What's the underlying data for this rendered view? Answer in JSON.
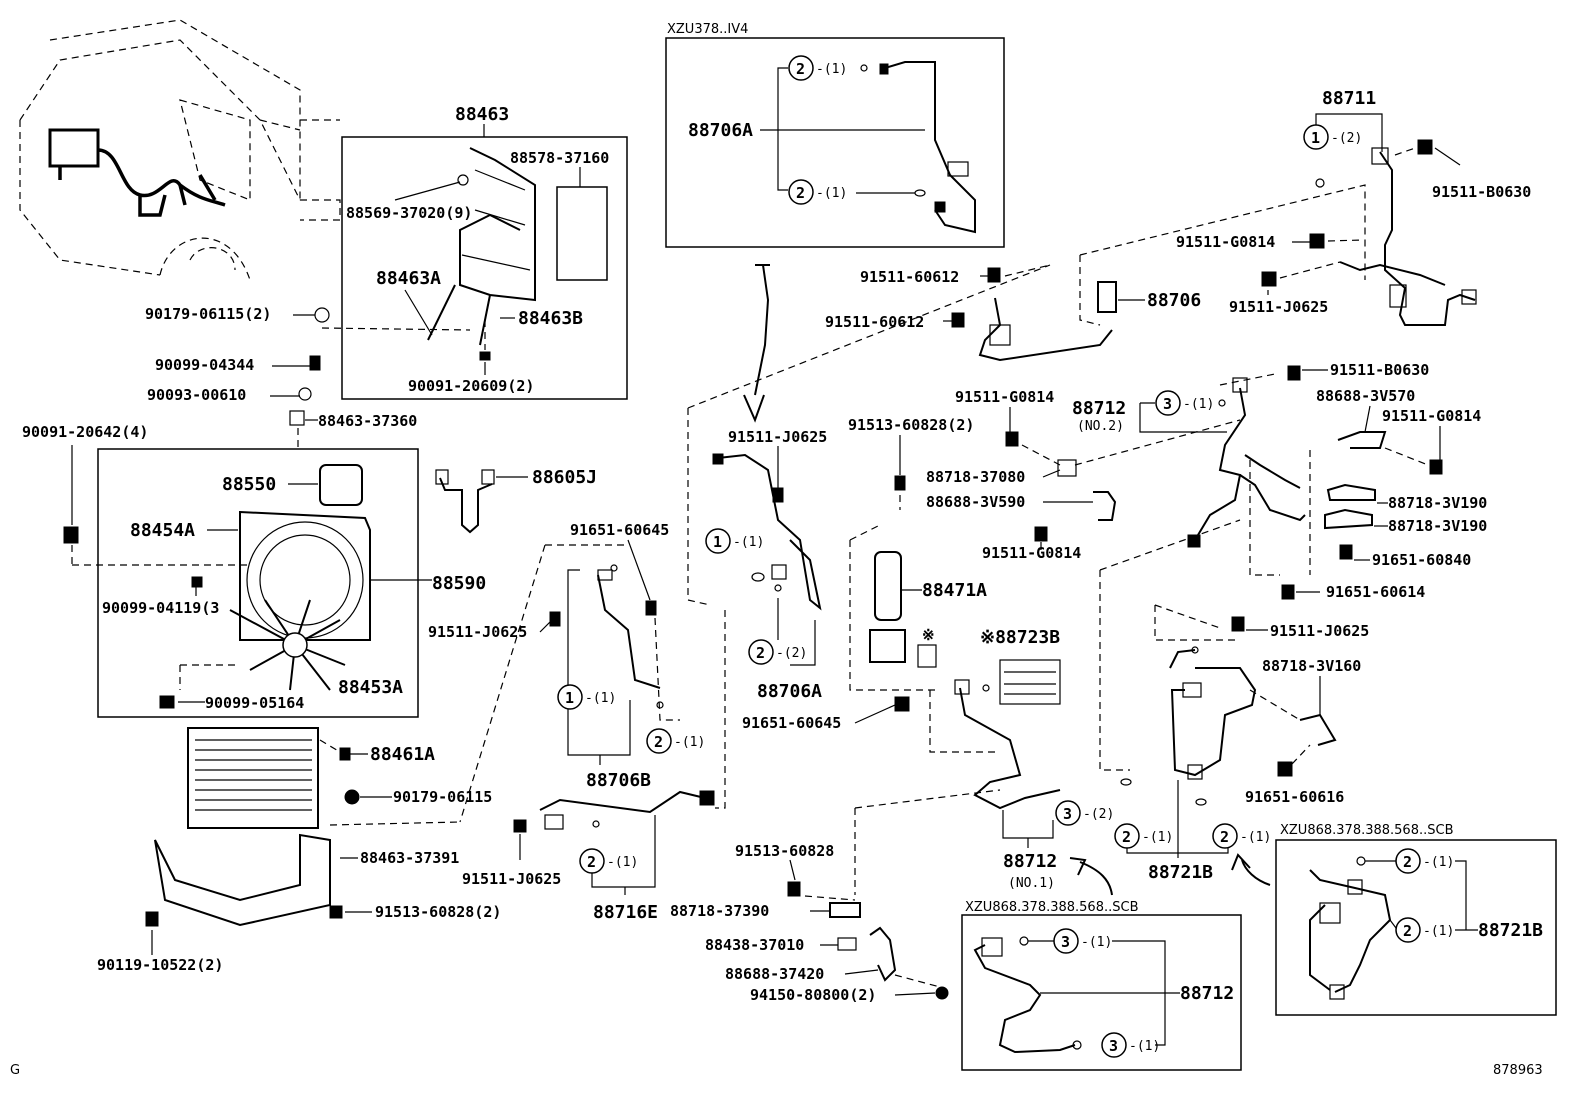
{
  "labels": {
    "p88463": "88463",
    "p88578": "88578-37160",
    "p88569": "88569-37020(9)",
    "p88463A": "88463A",
    "p88463B": "88463B",
    "p90091_20609": "90091-20609(2)",
    "p90179_06115_2": "90179-06115(2)",
    "p90099_04344": "90099-04344",
    "p90093_00610": "90093-00610",
    "p88463_37360": "88463-37360",
    "p90091_20642": "90091-20642(4)",
    "p88550": "88550",
    "p88454A": "88454A",
    "p90099_04119": "90099-04119(3",
    "p88590": "88590",
    "p88453A": "88453A",
    "p90099_05164": "90099-05164",
    "p88605J": "88605J",
    "p88461A": "88461A",
    "p90179_06115": "90179-06115",
    "p88463_37391": "88463-37391",
    "p91513_60828_2b": "91513-60828(2)",
    "p90119_10522": "90119-10522(2)",
    "xzu_v4": "XZU378..IV4",
    "p88706A_top": "88706A",
    "p91651_60645_a": "91651-60645",
    "p91511_J0625_a": "91511-J0625",
    "p88706B": "88706B",
    "p91511_J0625_b": "91511-J0625",
    "p88716E": "88716E",
    "p91511_J0625_c": "91511-J0625",
    "p88706A_mid": "88706A",
    "p91513_60828_2": "91513-60828(2)",
    "p88471A": "88471A",
    "p91651_60645_b": "91651-60645",
    "p88723B": "※88723B",
    "kome": "※",
    "p91511_60612_a": "91511-60612",
    "p91511_60612_b": "91511-60612",
    "p88706": "88706",
    "p88711": "88711",
    "p91511_B0630_a": "91511-B0630",
    "p91511_G0814_a": "91511-G0814",
    "p91511_J0625_d": "91511-J0625",
    "p91511_G0814_b": "91511-G0814",
    "p88712_no2": "88712",
    "no2": "(NO.2)",
    "p91511_B0630_b": "91511-B0630",
    "p88688_3V570": "88688-3V570",
    "p91511_G0814_c": "91511-G0814",
    "p88718_37080": "88718-37080",
    "p88688_3V590": "88688-3V590",
    "p91511_G0814_d": "91511-G0814",
    "p88718_3V190_a": "88718-3V190",
    "p88718_3V190_b": "88718-3V190",
    "p91651_60840": "91651-60840",
    "p91651_60614": "91651-60614",
    "p91511_J0625_e": "91511-J0625",
    "p88718_3V160": "88718-3V160",
    "p91651_60616": "91651-60616",
    "p88712_no1": "88712",
    "no1": "(NO.1)",
    "p88721B": "88721B",
    "p91513_60828": "91513-60828",
    "p88718_37390": "88718-37390",
    "p88438_37010": "88438-37010",
    "p88688_37420": "88688-37420",
    "p94150_80800": "94150-80800(2)",
    "xzu_scb_a": "XZU868.378.388.568..SCB",
    "p88712_box": "88712",
    "xzu_scb_b": "XZU868.378.388.568..SCB",
    "p88721B_box": "88721B",
    "corner_g": "G",
    "diagram_no": "878963"
  },
  "qty": {
    "q1": "-(1)",
    "q2": "-(2)"
  },
  "refs": {
    "r1": "1",
    "r2": "2",
    "r3": "3"
  }
}
